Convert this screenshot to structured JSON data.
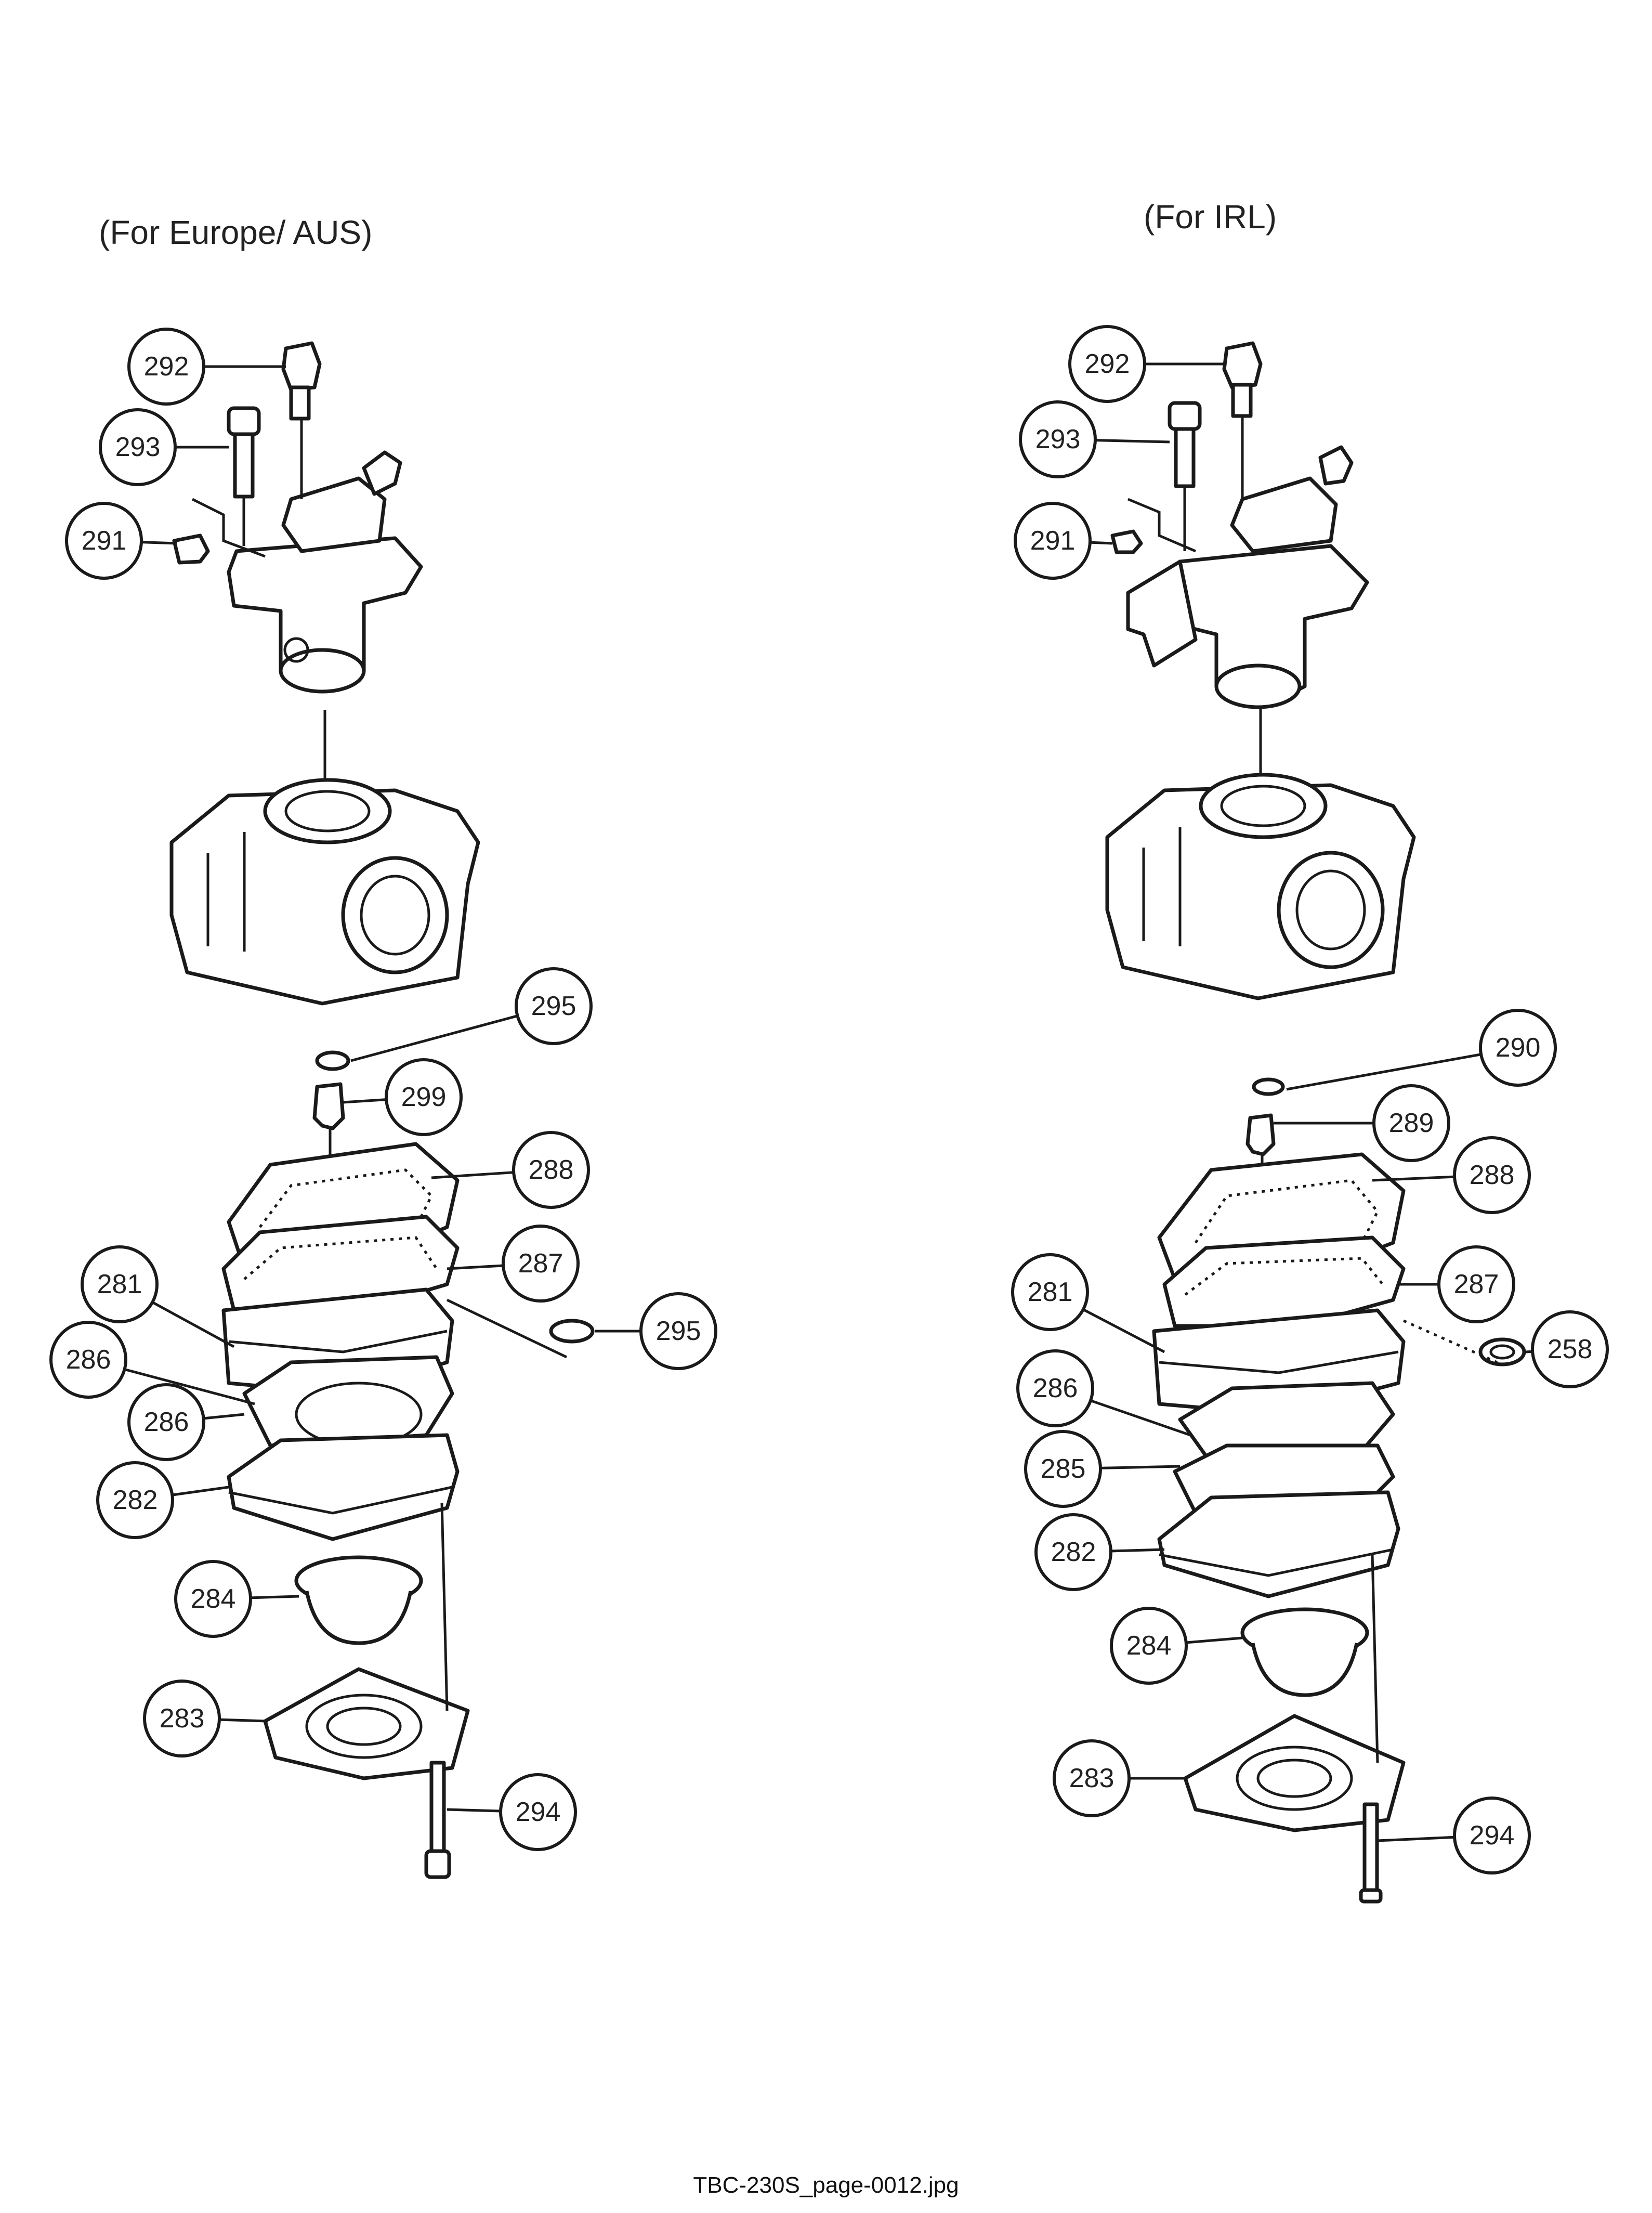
{
  "headings": {
    "left": "(For Europe/ AUS)",
    "right": "(For IRL)"
  },
  "callouts": {
    "left": [
      "292",
      "293",
      "291",
      "295",
      "299",
      "288",
      "287",
      "295",
      "281",
      "286",
      "286",
      "282",
      "284",
      "283",
      "294"
    ],
    "right": [
      "292",
      "293",
      "291",
      "290",
      "289",
      "288",
      "287",
      "258",
      "281",
      "286",
      "285",
      "282",
      "284",
      "283",
      "294"
    ]
  },
  "footer": "TBC-230S_page-0012.jpg"
}
